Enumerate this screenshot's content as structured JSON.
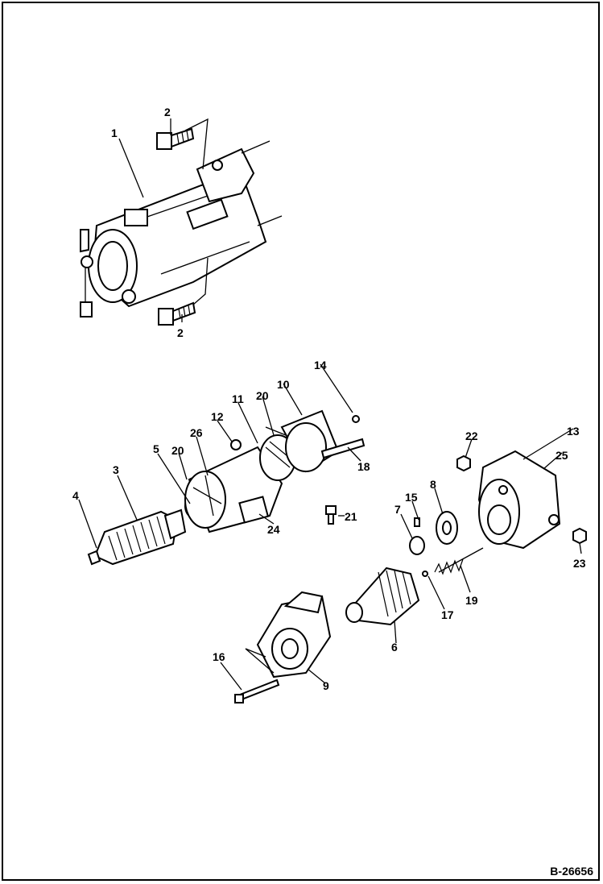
{
  "drawing_id": "B-26656",
  "callouts": [
    "1",
    "2",
    "2",
    "3",
    "4",
    "5",
    "6",
    "7",
    "8",
    "9",
    "10",
    "11",
    "12",
    "13",
    "14",
    "15",
    "16",
    "17",
    "18",
    "19",
    "20",
    "20",
    "21",
    "22",
    "23",
    "24",
    "25",
    "26"
  ]
}
